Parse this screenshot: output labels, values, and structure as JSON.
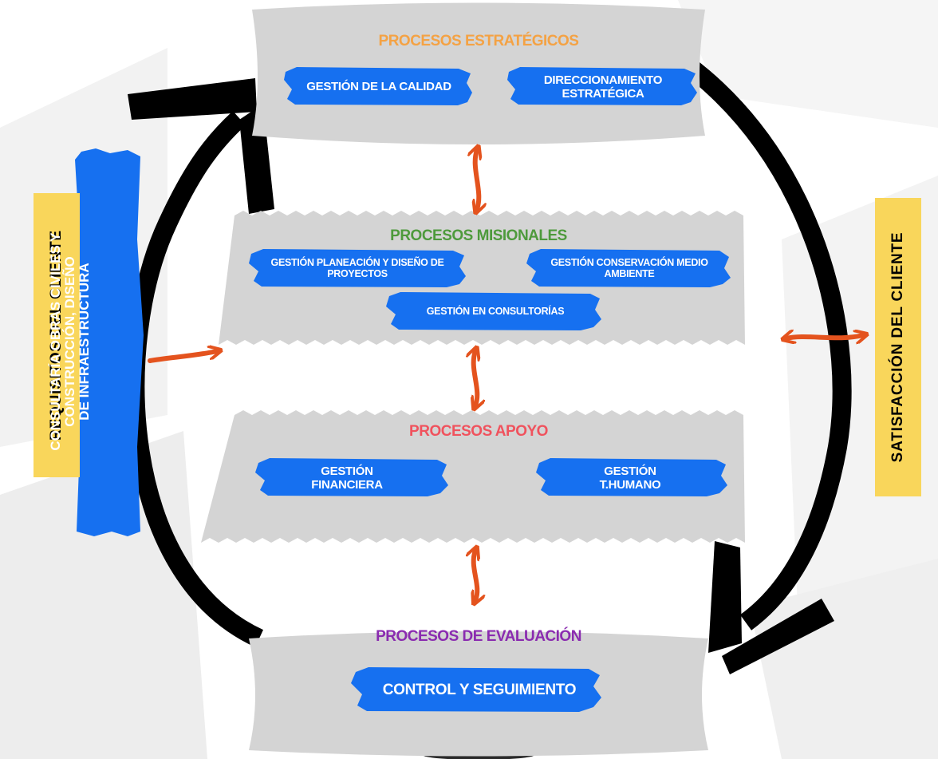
{
  "left_labels": {
    "requisitos": "REQUISITOS DEL CLIENTE",
    "consultaria": [
      "CONSULTARÍA OBRAS CIVILES Y",
      "CONSTRUCCIÓN, DISEÑO",
      "DE INFRAESTRUCTURA"
    ]
  },
  "right_label": "SATISFACCIÓN DEL CLIENTE",
  "estrategicos": {
    "title": "PROCESOS ESTRATÉGICOS",
    "items": [
      "GESTIÓN DE LA CALIDAD",
      "DIRECCIONAMIENTO ESTRATÉGICA"
    ]
  },
  "misionales": {
    "title": "PROCESOS MISIONALES",
    "items": [
      "GESTIÓN PLANEACIÓN Y DISEÑO DE PROYECTOS",
      "GESTIÓN CONSERVACIÓN MEDIO AMBIENTE",
      "GESTIÓN EN CONSULTORÍAS"
    ]
  },
  "apoyo": {
    "title": "PROCESOS APOYO",
    "items": [
      "GESTIÓN FINANCIERA",
      "GESTIÓN T.HUMANO"
    ]
  },
  "evaluacion": {
    "title": "PROCESOS DE EVALUACIÓN",
    "items": [
      "CONTROL Y SEGUIMIENTO"
    ]
  },
  "colors": {
    "estrategicos_title": "#f4a244",
    "misionales_title": "#4e9a3c",
    "apoyo_title": "#f0525d",
    "evaluacion_title": "#8a2bb0",
    "box_blue": "#1670f0",
    "panel_gray": "#d4d4d4",
    "arrow_orange": "#e4531e",
    "label_yellow": "#f9d65b",
    "cycle_black": "#000000"
  }
}
